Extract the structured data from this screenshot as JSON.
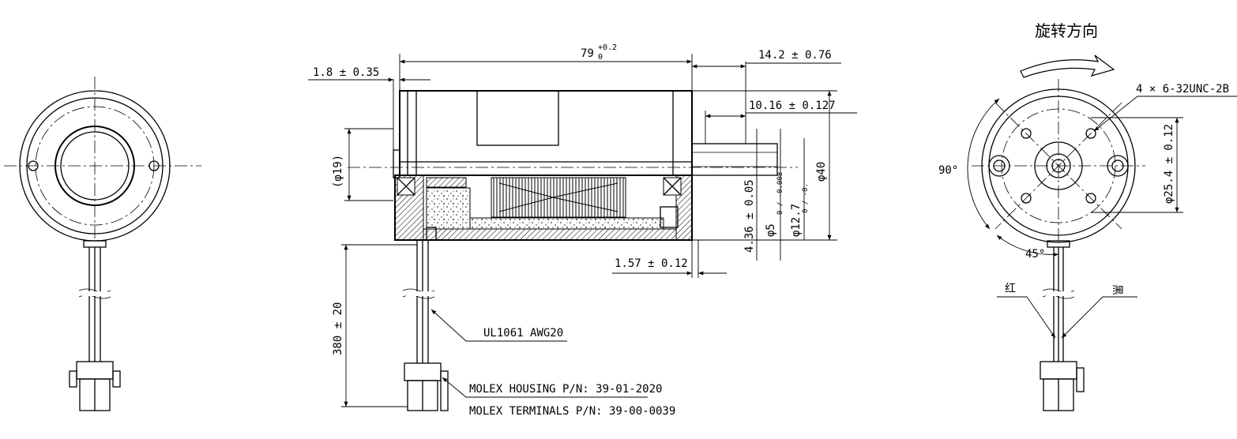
{
  "rotation_label": "旋转方向",
  "dimensions": {
    "overall_length": "79",
    "overall_length_tol_upper": "+0.2",
    "overall_length_tol_lower": "0",
    "flange_thickness": "1.8 ± 0.35",
    "shaft_extension": "14.2 ± 0.76",
    "shaft_flat": "10.16 ± 0.127",
    "hub_diameter": "(φ19)",
    "shaft_offset": "4.36 ± 0.05",
    "shaft_diameter": "φ5",
    "shaft_diameter_tol": "0 / -0.008",
    "boss_diameter": "φ12.7",
    "boss_diameter_tol": "0 / -0.",
    "body_diameter": "φ40",
    "boss_height": "1.57 ± 0.12",
    "lead_length": "380 ± 20",
    "thread_spec": "4 × 6-32UNC-2B",
    "bolt_circle": "φ25.4 ± 0.12",
    "angle_90": "90°",
    "angle_45": "45°"
  },
  "notes": {
    "wire_spec": "UL1061 AWG20",
    "housing_pn": "MOLEX HOUSING P/N: 39-01-2020",
    "terminals_pn": "MOLEX TERMINALS P/N: 39-00-0039",
    "wire_red": "红",
    "wire_black": "黑"
  }
}
